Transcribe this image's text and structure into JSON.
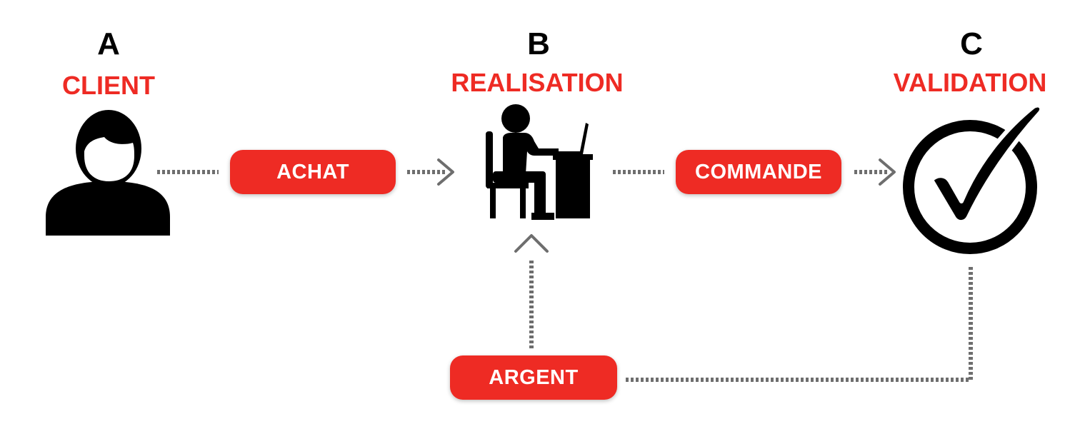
{
  "colors": {
    "accent": "#ee2b24",
    "ink": "#000000",
    "connector": "#6e6e6e"
  },
  "nodes": [
    {
      "letter": "A",
      "title": "CLIENT",
      "icon": "person-icon"
    },
    {
      "letter": "B",
      "title": "REALISATION",
      "icon": "worker-at-desk-icon"
    },
    {
      "letter": "C",
      "title": "VALIDATION",
      "icon": "check-circle-icon"
    }
  ],
  "edges": [
    {
      "label": "ACHAT"
    },
    {
      "label": "COMMANDE"
    },
    {
      "label": "ARGENT"
    }
  ]
}
